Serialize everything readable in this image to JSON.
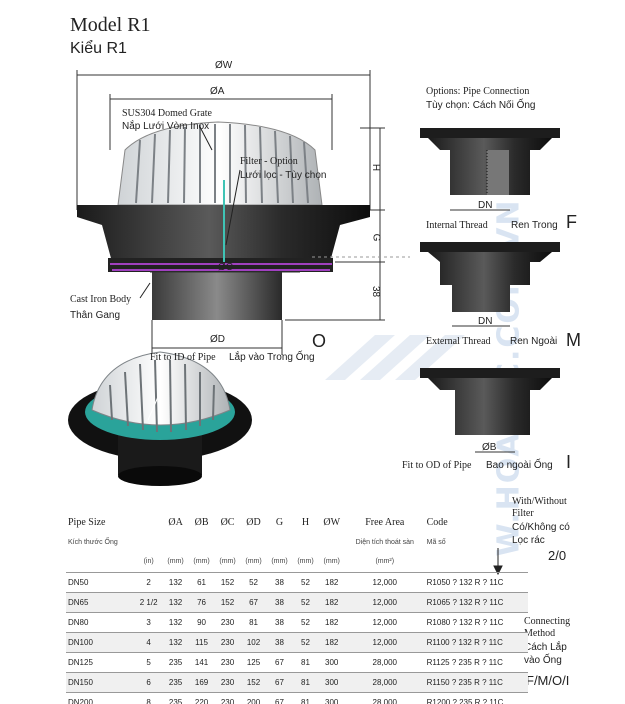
{
  "watermark": "W.HOALAC.COM.VN",
  "title": {
    "main": "Model R1",
    "sub": "Kiểu R1"
  },
  "drawing": {
    "dim_w": "ØW",
    "dim_a": "ØA",
    "dim_c": "ØC",
    "dim_d": "ØD",
    "dim_h": "H",
    "dim_g": "G",
    "dim_38": "38",
    "grate_en": "SUS304 Domed Grate",
    "grate_vi": "Nắp Lưới Vòm Inox",
    "filter_en": "Filter - Option",
    "filter_vi": "Lưới lọc - Tùy chọn",
    "body_en": "Cast Iron Body",
    "body_vi": "Thân Gang",
    "fit_id_en": "Fit to ID of Pipe",
    "fit_id_vi": "Lắp vào Trong Ống",
    "o_code": "O"
  },
  "options": {
    "title_en": "Options: Pipe Connection",
    "title_vi": "Tùy chọn: Cách Nối Ống",
    "f": {
      "dim": "DN",
      "en": "Internal Thread",
      "vi": "Ren Trong",
      "code": "F"
    },
    "m": {
      "dim": "DN",
      "en": "External Thread",
      "vi": "Ren Ngoài",
      "code": "M"
    },
    "i": {
      "dim": "ØB",
      "en": "Fit to OD of Pipe",
      "vi": "Bao ngoài Ống",
      "code": "I"
    }
  },
  "side": {
    "filter_en_1": "With/Without",
    "filter_en_2": "Filter",
    "filter_vi_1": "Có/Không có",
    "filter_vi_2": "Lọc rác",
    "filter_code": "2/0",
    "conn_en_1": "Connecting",
    "conn_en_2": "Method",
    "conn_vi_1": "Cách Lắp",
    "conn_vi_2": "vào Ống",
    "conn_code": "F/M/O/I"
  },
  "table": {
    "headers": [
      "Pipe Size",
      "",
      "ØA",
      "ØB",
      "ØC",
      "ØD",
      "G",
      "H",
      "ØW",
      "Free Area",
      "Code"
    ],
    "subheaders": [
      "Kích thước Ống",
      "",
      "",
      "",
      "",
      "",
      "",
      "",
      "",
      "Diện tích thoát sàn",
      "Mã số"
    ],
    "units": [
      "",
      "(in)",
      "(mm)",
      "(mm)",
      "(mm)",
      "(mm)",
      "(mm)",
      "(mm)",
      "(mm)",
      "(mm²)",
      ""
    ],
    "rows": [
      [
        "DN50",
        "2",
        "132",
        "61",
        "152",
        "52",
        "38",
        "52",
        "182",
        "12,000",
        "R1050 ? 132 R ? 11C"
      ],
      [
        "DN65",
        "2 1/2",
        "132",
        "76",
        "152",
        "67",
        "38",
        "52",
        "182",
        "12,000",
        "R1065 ? 132 R ? 11C"
      ],
      [
        "DN80",
        "3",
        "132",
        "90",
        "230",
        "81",
        "38",
        "52",
        "182",
        "12,000",
        "R1080 ? 132 R ? 11C"
      ],
      [
        "DN100",
        "4",
        "132",
        "115",
        "230",
        "102",
        "38",
        "52",
        "182",
        "12,000",
        "R1100 ? 132 R ? 11C"
      ],
      [
        "DN125",
        "5",
        "235",
        "141",
        "230",
        "125",
        "67",
        "81",
        "300",
        "28,000",
        "R1125 ? 235 R ? 11C"
      ],
      [
        "DN150",
        "6",
        "235",
        "169",
        "230",
        "152",
        "67",
        "81",
        "300",
        "28,000",
        "R1150 ? 235 R ? 11C"
      ],
      [
        "DN200",
        "8",
        "235",
        "220",
        "230",
        "200",
        "67",
        "81",
        "300",
        "28,000",
        "R1200 ? 235 R ? 11C"
      ]
    ]
  }
}
